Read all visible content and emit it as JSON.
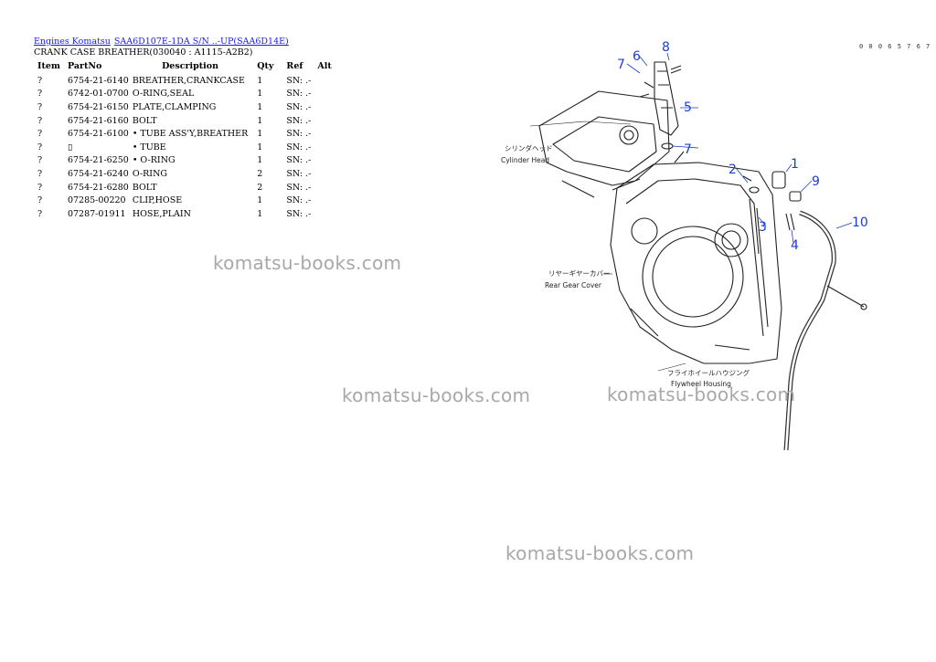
{
  "breadcrumb": {
    "link1": "Engines Komatsu",
    "link2": "SAA6D107E-1DA S/N ..-UP(SAA6D14E)"
  },
  "subtitle": "CRANK CASE BREATHER(030040 : A1115-A2B2)",
  "drawing_code": "0 0 0 6 5 7 6 7",
  "table": {
    "headers": [
      "Item",
      "PartNo",
      "Description",
      "Qty",
      "Ref",
      "Alt"
    ],
    "rows": [
      {
        "item": "?",
        "part": "6754-21-6140",
        "desc": "BREATHER,CRANKCASE",
        "qty": "1",
        "ref": "SN: .-"
      },
      {
        "item": "?",
        "part": "6742-01-0700",
        "desc": "O-RING,SEAL",
        "qty": "1",
        "ref": "SN: .-"
      },
      {
        "item": "?",
        "part": "6754-21-6150",
        "desc": "PLATE,CLAMPING",
        "qty": "1",
        "ref": "SN: .-"
      },
      {
        "item": "?",
        "part": "6754-21-6160",
        "desc": "BOLT",
        "qty": "1",
        "ref": "SN: .-"
      },
      {
        "item": "?",
        "part": "6754-21-6100",
        "desc": "• TUBE ASS'Y,BREATHER",
        "qty": "1",
        "ref": "SN: .-"
      },
      {
        "item": "?",
        "part": "▯",
        "desc": "• TUBE",
        "qty": "1",
        "ref": "SN: .-"
      },
      {
        "item": "?",
        "part": "6754-21-6250",
        "desc": "• O-RING",
        "qty": "1",
        "ref": "SN: .-"
      },
      {
        "item": "?",
        "part": "6754-21-6240",
        "desc": "O-RING",
        "qty": "2",
        "ref": "SN: .-"
      },
      {
        "item": "?",
        "part": "6754-21-6280",
        "desc": "BOLT",
        "qty": "2",
        "ref": "SN: .-"
      },
      {
        "item": "?",
        "part": "07285-00220",
        "desc": "CLIP,HOSE",
        "qty": "1",
        "ref": "SN: .-"
      },
      {
        "item": "?",
        "part": "07287-01911",
        "desc": "HOSE,PLAIN",
        "qty": "1",
        "ref": "SN: .-"
      }
    ]
  },
  "drawing": {
    "callouts": [
      "1",
      "2",
      "3",
      "4",
      "5",
      "6",
      "7",
      "7",
      "8",
      "9",
      "10"
    ],
    "label_cylinder_jp": "シリンダヘッド",
    "label_cylinder_en": "Cylinder Head",
    "label_gear_jp": "リヤーギヤーカバー",
    "label_gear_en": "Rear Gear Cover",
    "label_flywheel_jp": "フライホイールハウジング",
    "label_flywheel_en": "Flywheel Housing",
    "callout_color": "#1a3fd0"
  },
  "watermarks": [
    "komatsu-books.com",
    "komatsu-books.com",
    "komatsu-books.com",
    "komatsu-books.com"
  ]
}
